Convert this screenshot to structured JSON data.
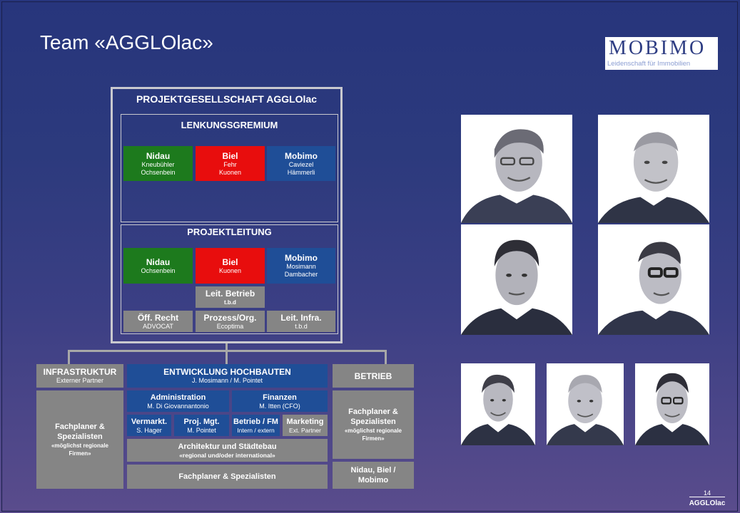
{
  "title": "Team «AGGLOlac»",
  "logo": {
    "name": "MOBIMO",
    "tagline": "Leidenschaft für Immobilien"
  },
  "colors": {
    "background": "#2c3a7d",
    "green": "#1d7a1d",
    "red": "#e80d0d",
    "blue": "#1f4e97",
    "grey": "#858585"
  },
  "org": {
    "title": "PROJEKTGESELLSCHAFT AGGLOlac",
    "lenkungsgremium": {
      "title": "LENKUNGSGREMIUM",
      "nidau": {
        "name": "Nidau",
        "line1": "Kneubühler",
        "line2": "Ochsenbein"
      },
      "biel": {
        "name": "Biel",
        "line1": "Fehr",
        "line2": "Kuonen"
      },
      "mobimo": {
        "name": "Mobimo",
        "line1": "Caviezel",
        "line2": "Hämmerli"
      }
    },
    "projektleitung": {
      "title": "PROJEKTLEITUNG",
      "nidau": {
        "name": "Nidau",
        "line1": "Ochsenbein"
      },
      "biel": {
        "name": "Biel",
        "line1": "Kuonen"
      },
      "mobimo": {
        "name": "Mobimo",
        "line1": "Mosimann",
        "line2": "Dambacher"
      },
      "leit_betrieb": {
        "name": "Leit. Betrieb",
        "line1": "t.b.d"
      },
      "oeff_recht": {
        "name": "Öff. Recht",
        "line1": "ADVOCAT"
      },
      "prozess": {
        "name": "Prozess/Org.",
        "line1": "Ecoptima"
      },
      "leit_infra": {
        "name": "Leit. Infra.",
        "line1": "t.b.d"
      }
    }
  },
  "infrastruktur": {
    "title": "INFRASTRUKTUR",
    "sub": "Externer Partner",
    "fach1": "Fachplaner &",
    "fach2": "Spezialisten",
    "note1": "«möglichst regionale",
    "note2": "Firmen»"
  },
  "entwicklung": {
    "title": "ENTWICKLUNG HOCHBAUTEN",
    "sub": "J. Mosimann  / M. Pointet",
    "administration": {
      "name": "Administration",
      "line1": "M. Di Giovannantonio"
    },
    "finanzen": {
      "name": "Finanzen",
      "line1": "M. Itten (CFO)"
    },
    "vermarkt": {
      "name": "Vermarkt.",
      "line1": "S. Hager"
    },
    "projmgt": {
      "name": "Proj. Mgt.",
      "line1": "M. Pointet"
    },
    "betrieb_fm": {
      "name": "Betrieb / FM",
      "line1": "Intern / extern"
    },
    "marketing": {
      "name": "Marketing",
      "line1": "Ext. Partner"
    },
    "architektur": {
      "name": "Architektur und Städtebau",
      "line1": "«regional und/oder international»"
    },
    "fachplaner": "Fachplaner & Spezialisten"
  },
  "betrieb": {
    "title": "BETRIEB",
    "fach1": "Fachplaner &",
    "fach2": "Spezialisten",
    "note1": "«möglichst regionale",
    "note2": "Firmen»",
    "owners1": "Nidau, Biel /",
    "owners2": "Mobimo"
  },
  "footer": {
    "page": "14",
    "name": "AGGLOlac"
  }
}
